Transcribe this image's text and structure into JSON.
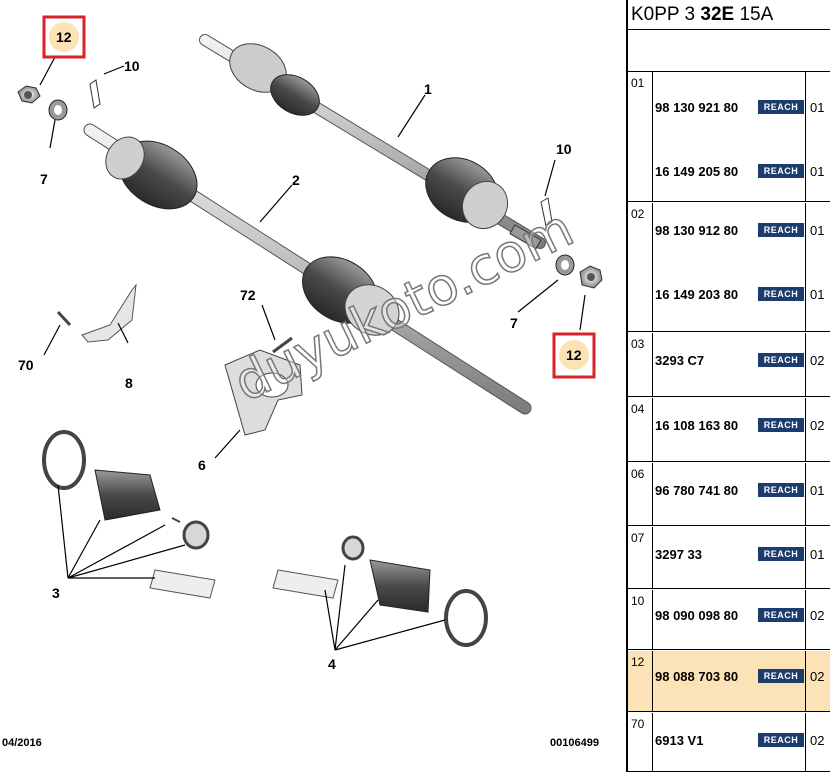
{
  "diagram": {
    "callouts": [
      {
        "label": "1"
      },
      {
        "label": "2"
      },
      {
        "label": "3"
      },
      {
        "label": "4"
      },
      {
        "label": "6"
      },
      {
        "label": "7"
      },
      {
        "label": "7"
      },
      {
        "label": "8"
      },
      {
        "label": "10"
      },
      {
        "label": "10"
      },
      {
        "label": "70"
      },
      {
        "label": "72"
      }
    ],
    "highlight_boxes": [
      {
        "label": "12"
      },
      {
        "label": "12"
      }
    ],
    "footer_left": "04/2016",
    "footer_right": "00106499",
    "watermark": "duyukoto.com"
  },
  "panel": {
    "header_a": "K0PP 3 ",
    "header_b": "32E",
    "header_c": " 15A",
    "rows": [
      {
        "num": "01",
        "parts": [
          {
            "ref": "98 130 921 80",
            "badge": "REACH",
            "qty": "01"
          },
          {
            "ref": "16 149 205 80",
            "badge": "REACH",
            "qty": "01"
          }
        ]
      },
      {
        "num": "02",
        "parts": [
          {
            "ref": "98 130 912 80",
            "badge": "REACH",
            "qty": "01"
          },
          {
            "ref": "16 149 203 80",
            "badge": "REACH",
            "qty": "01"
          }
        ]
      },
      {
        "num": "03",
        "parts": [
          {
            "ref": "3293 C7",
            "badge": "REACH",
            "qty": "02"
          }
        ]
      },
      {
        "num": "04",
        "parts": [
          {
            "ref": "16 108 163 80",
            "badge": "REACH",
            "qty": "02"
          }
        ]
      },
      {
        "num": "06",
        "parts": [
          {
            "ref": "96 780 741 80",
            "badge": "REACH",
            "qty": "01"
          }
        ]
      },
      {
        "num": "07",
        "parts": [
          {
            "ref": "3297 33",
            "badge": "REACH",
            "qty": "01"
          }
        ]
      },
      {
        "num": "10",
        "parts": [
          {
            "ref": "98 090 098 80",
            "badge": "REACH",
            "qty": "02"
          }
        ]
      },
      {
        "num": "12",
        "highlight": true,
        "parts": [
          {
            "ref": "98 088 703 80",
            "badge": "REACH",
            "qty": "02"
          }
        ]
      },
      {
        "num": "70",
        "parts": [
          {
            "ref": "6913 V1",
            "badge": "REACH",
            "qty": "02"
          }
        ]
      }
    ]
  },
  "colors": {
    "highlight_box": "#d7232a",
    "row_highlight": "#fbe3b7",
    "badge_bg": "#1d3c6e"
  }
}
